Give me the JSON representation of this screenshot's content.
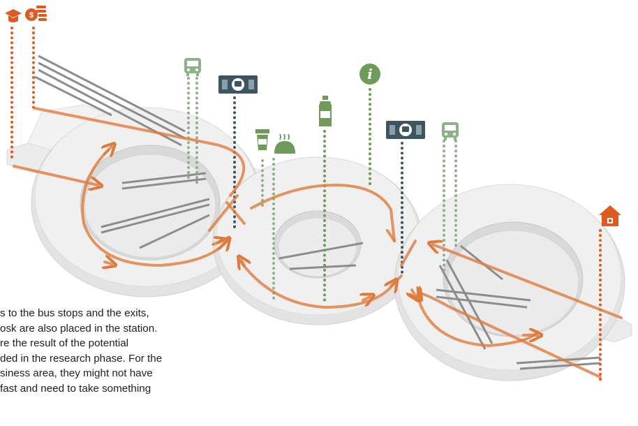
{
  "caption": {
    "lines": [
      "s to the bus stops and the exits,",
      "osk are also placed in the station.",
      "re the result of the potential",
      "ded in the research phase. For the",
      "siness area, they might not have",
      "fast and need to take something"
    ]
  },
  "colors": {
    "flow_orange": "#e07a3c",
    "facility_orange": "#df5a1e",
    "facility_green": "#6e9a5a",
    "transit_slate": "#3d5560",
    "structure_grey": "#e6e6e6"
  },
  "icons": [
    "graduation-cap-icon",
    "money-coins-icon",
    "bus-icon",
    "ticket-machine-icon",
    "coffee-cup-icon",
    "bread-icon",
    "water-bottle-icon",
    "info-icon",
    "ticket-machine-icon",
    "bus-icon",
    "home-lock-icon"
  ]
}
